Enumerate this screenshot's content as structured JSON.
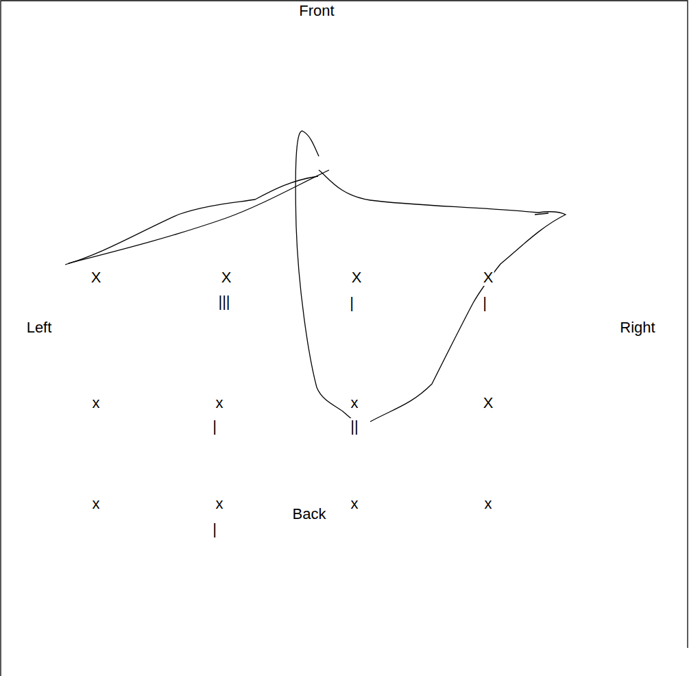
{
  "diagram": {
    "labels": [
      "Front",
      "Left",
      "Right",
      "Back",
      "X",
      "X",
      "|||",
      "X",
      "|",
      "X",
      "|",
      "x",
      "x",
      "|",
      "x",
      "||",
      "X",
      "x",
      "x",
      "|",
      "x",
      "x"
    ]
  }
}
